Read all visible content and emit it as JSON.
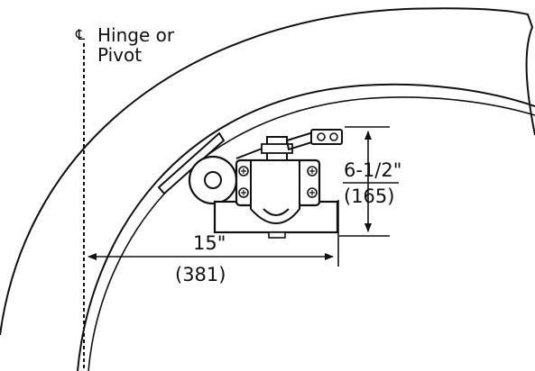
{
  "diagram": {
    "hinge_symbol": "℄",
    "hinge_label_line1": "Hinge or",
    "hinge_label_line2": "Pivot",
    "horizontal_dimension": "15\"",
    "horizontal_dimension_metric": "(381)",
    "vertical_dimension": "6-1/2\"",
    "vertical_dimension_metric": "(165)"
  },
  "colors": {
    "ink": "#111111",
    "background": "#ffffff"
  }
}
